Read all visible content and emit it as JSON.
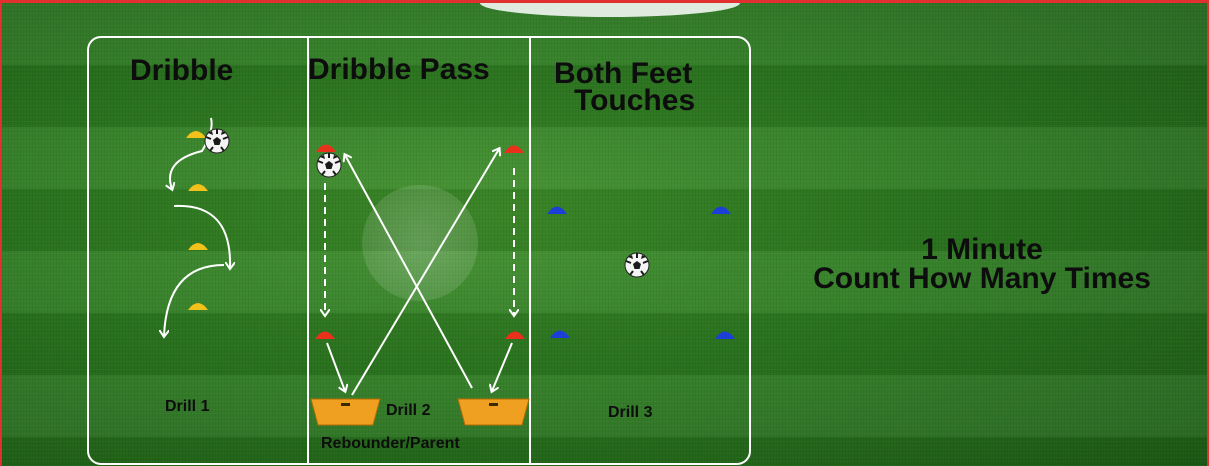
{
  "titles": {
    "drill1": "Dribble",
    "drill2": "Dribble Pass",
    "drill3_line1": "Both Feet",
    "drill3_line2": "Touches"
  },
  "labels": {
    "drill1": "Drill 1",
    "drill2": "Drill 2",
    "drill3": "Drill 3",
    "rebounder": "Rebounder/Parent"
  },
  "side_text": {
    "line1": "1 Minute",
    "line2": "Count How Many Times"
  },
  "colors": {
    "line": "#ffffff",
    "cone_yellow": "#f2c21a",
    "cone_red": "#e8301a",
    "cone_blue": "#1c3fd8",
    "rebounder": "#f0a020",
    "frame": "#e23030"
  },
  "icons": [
    "soccer-ball-icon",
    "cone-icon",
    "rebounder-icon",
    "arrow-icon"
  ]
}
